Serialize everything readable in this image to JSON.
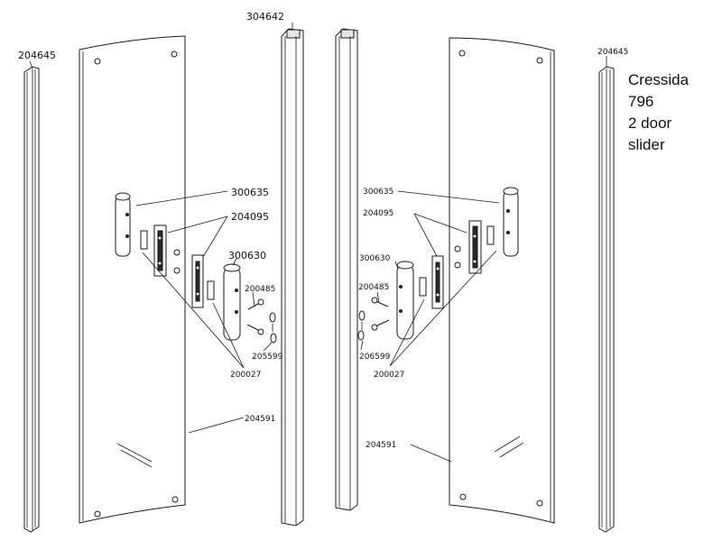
{
  "labels": {
    "profile_left": "204645",
    "profile_right": "204645",
    "center_post_top": "304642",
    "roller_left": "300635",
    "roller_right": "300635",
    "bracket_left": "204095",
    "bracket_right": "204095",
    "guide_left": "300630",
    "guide_right": "300630",
    "screw_left": "200485",
    "screw_right": "200485",
    "washer_left": "205599",
    "washer_right": "206599",
    "gasket_left": "200027",
    "gasket_right": "200027",
    "glass_left": "204591",
    "glass_right": "204591"
  },
  "model": {
    "name": "Cressida",
    "number": "796",
    "doors": "2 door",
    "type": "slider"
  }
}
